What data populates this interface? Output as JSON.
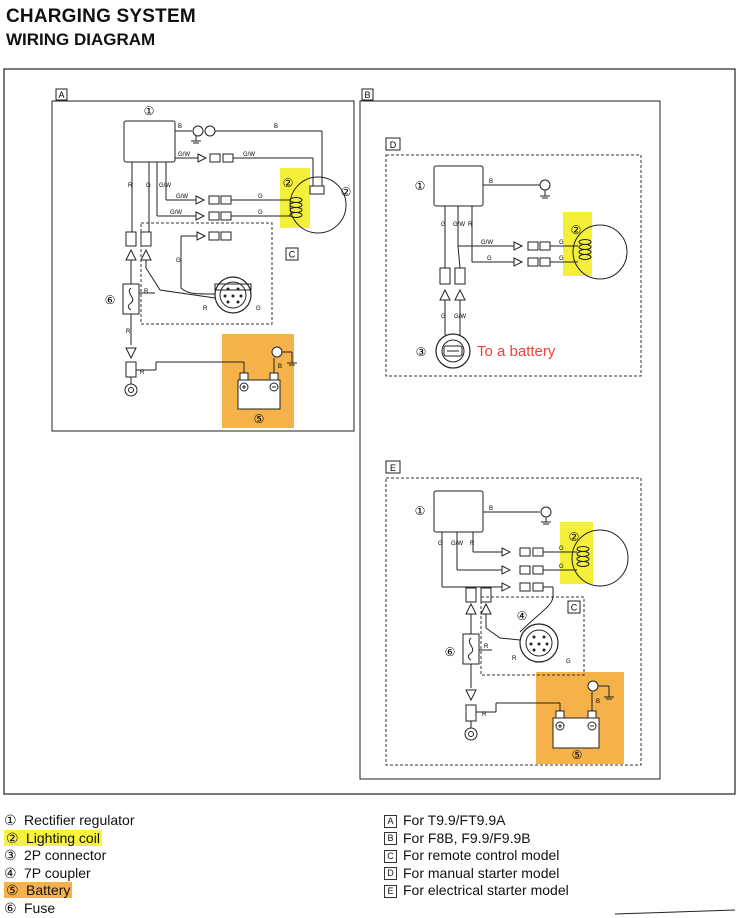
{
  "header": {
    "title": "CHARGING SYSTEM",
    "subtitle": "WIRING DIAGRAM"
  },
  "panels": {
    "a": "A",
    "b": "B",
    "c": "C",
    "d": "D",
    "e": "E"
  },
  "callout": "To a battery",
  "wire_codes": {
    "b": "B",
    "g": "G",
    "gw": "G/W",
    "r": "R"
  },
  "component_numbers": {
    "n1": "①",
    "n2": "②",
    "n3": "③",
    "n4": "④",
    "n5": "⑤",
    "n6": "⑥"
  },
  "legend_left": [
    {
      "num": "①",
      "text": "Rectifier regulator",
      "highlight": "none"
    },
    {
      "num": "②",
      "text": "Lighting coil",
      "highlight": "yellow"
    },
    {
      "num": "③",
      "text": "2P connector",
      "highlight": "none"
    },
    {
      "num": "④",
      "text": "7P coupler",
      "highlight": "none"
    },
    {
      "num": "⑤",
      "text": "Battery",
      "highlight": "orange"
    },
    {
      "num": "⑥",
      "text": "Fuse",
      "highlight": "none"
    }
  ],
  "legend_right": [
    {
      "box": "A",
      "text": "For T9.9/FT9.9A"
    },
    {
      "box": "B",
      "text": "For F8B, F9.9/F9.9B"
    },
    {
      "box": "C",
      "text": "For remote control model"
    },
    {
      "box": "D",
      "text": "For manual starter model"
    },
    {
      "box": "E",
      "text": "For electrical starter model"
    }
  ],
  "colors": {
    "coil_highlight": "#f4f03a",
    "battery_highlight": "#f5b24a",
    "callout_text": "#e8453c"
  }
}
